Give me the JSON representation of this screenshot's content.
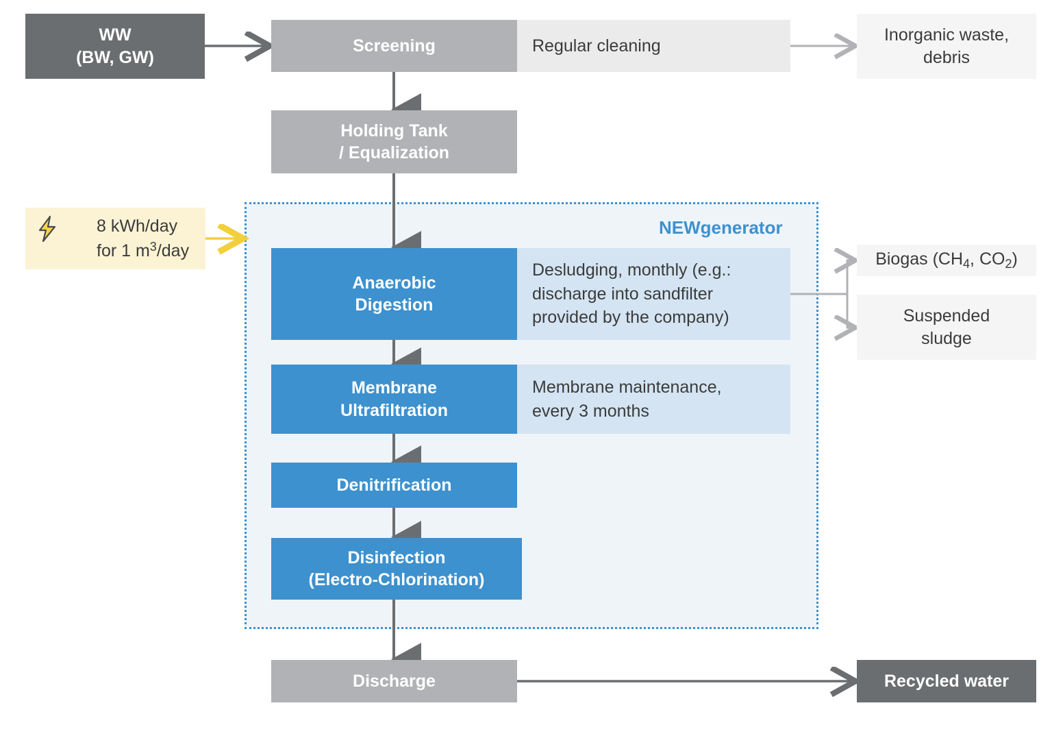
{
  "diagram": {
    "title_label": "NEWgenerator",
    "colors": {
      "dark_gray": "#6b6e70",
      "mid_gray": "#b1b2b5",
      "blue": "#3d91ce",
      "note_blue": "#d4e4f2",
      "note_gray": "#ebebeb",
      "output_gray": "#f5f5f5",
      "energy_yellow": "#fcf3d4",
      "arrow_yellow": "#f2cf3b",
      "container_fill": "#eff4f9",
      "container_border": "#3d91ce",
      "arrow_dark": "#6b6e70",
      "arrow_light": "#b1b2b5"
    },
    "inputs": {
      "wastewater_line1": "WW",
      "wastewater_line2": "(BW, GW)",
      "energy_line1": "8 kWh/day",
      "energy_line2_pre": "for 1 m",
      "energy_line2_sup": "3",
      "energy_line2_post": "/day",
      "energy_icon": "lightning-bolt-icon"
    },
    "steps": [
      {
        "label": "Screening",
        "note": "Regular cleaning"
      },
      {
        "label_line1": "Holding Tank",
        "label_line2": "/ Equalization",
        "note": ""
      },
      {
        "label_line1": "Anaerobic",
        "label_line2": "Digestion",
        "note_line1": "Desludging, monthly (e.g.:",
        "note_line2": "discharge into sandfilter",
        "note_line3": "provided by the company)"
      },
      {
        "label_line1": "Membrane",
        "label_line2": "Ultrafiltration",
        "note_line1": "Membrane maintenance,",
        "note_line2": "every 3 months"
      },
      {
        "label": "Denitrification",
        "note": ""
      },
      {
        "label_line1": "Disinfection",
        "label_line2": "(Electro-Chlorination)",
        "note": ""
      },
      {
        "label": "Discharge",
        "note": ""
      }
    ],
    "outputs": {
      "inorganic_line1": "Inorganic waste,",
      "inorganic_line2": "debris",
      "biogas_pre": "Biogas (CH",
      "biogas_sub1": "4",
      "biogas_mid": ", CO",
      "biogas_sub2": "2",
      "biogas_post": ")",
      "sludge_line1": "Suspended",
      "sludge_line2": "sludge",
      "recycled_water": "Recycled water"
    }
  }
}
